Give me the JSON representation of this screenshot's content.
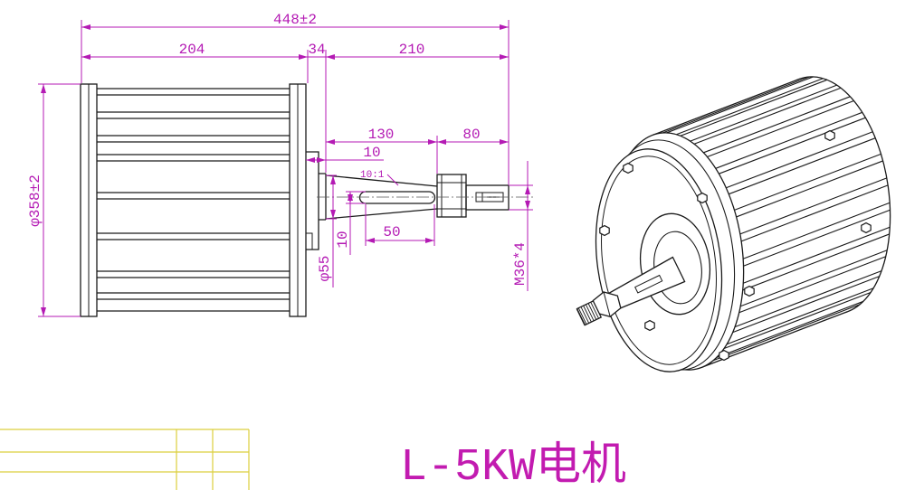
{
  "title": "L-5KW电机",
  "dimensions": {
    "overall_length": "448±2",
    "body_length": "204",
    "flange_gap": "34",
    "shaft_length": "210",
    "shaft_taper_length": "130",
    "shaft_end_length": "80",
    "shoulder": "10",
    "taper": "10:1",
    "diameter_body": "φ358±2",
    "diameter_shaft": "φ55",
    "key_width": "10",
    "key_length": "50",
    "thread": "M36*4"
  },
  "colors": {
    "dimension": "#b41ab4",
    "outline": "#1a1a1a",
    "title_block": "#dccf3d",
    "title": "#c21bb0"
  }
}
